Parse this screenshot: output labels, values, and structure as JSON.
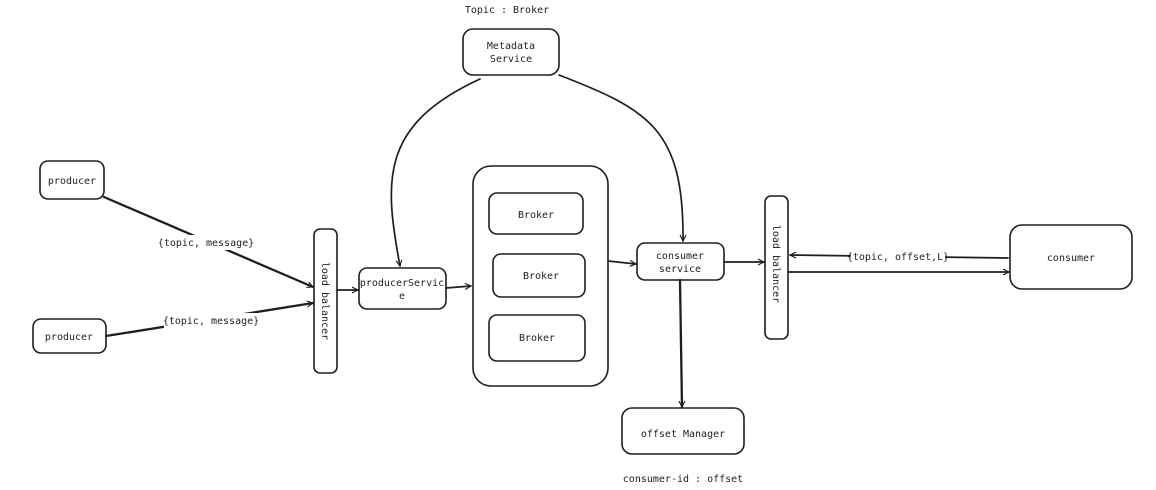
{
  "diagram": {
    "nodes": {
      "metadata_service": [
        "Metadata",
        "Service"
      ],
      "producer_top": "producer",
      "producer_bottom": "producer",
      "load_balancer_left": "load balancer",
      "producer_service": [
        "producerServic",
        "e"
      ],
      "broker_1": "Broker",
      "broker_2": "Broker",
      "broker_3": "Broker",
      "consumer_service": [
        "consumer",
        "service"
      ],
      "load_balancer_right": "load balancer",
      "consumer": "consumer",
      "offset_manager": "offset Manager"
    },
    "annotations": {
      "metadata_note": "Topic : Broker",
      "offset_note": "consumer-id : offset"
    },
    "edge_labels": {
      "producer_top_to_lb": "{topic, message}",
      "producer_bottom_to_lb": "{topic, message}",
      "consumer_to_lb": "{topic, offset,L}"
    }
  }
}
